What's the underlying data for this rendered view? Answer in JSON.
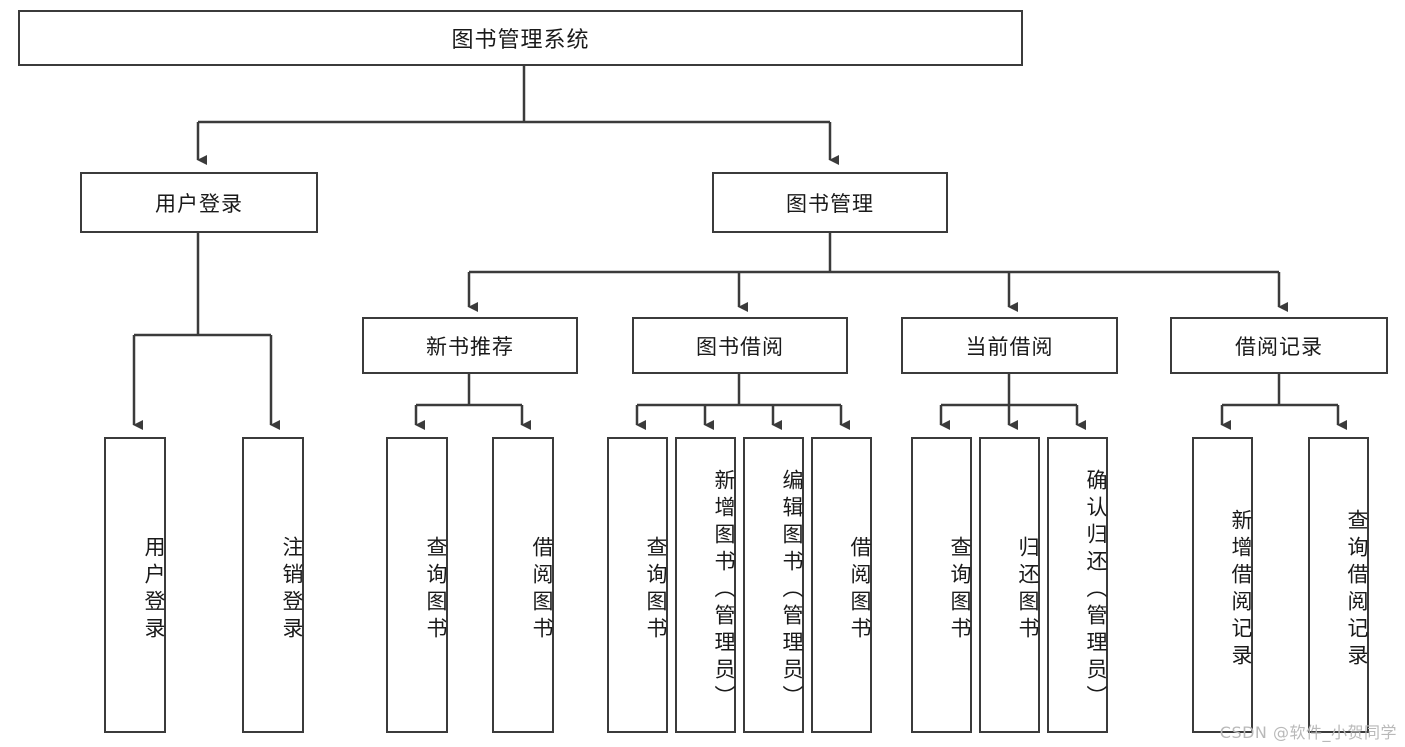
{
  "diagram": {
    "title": "图书管理系统",
    "type": "tree-hierarchy",
    "watermark": "CSDN @软件_小贺同学",
    "colors": {
      "box_border": "#3b3b3b",
      "box_fill": "#ffffff",
      "edge": "#3b3b3b",
      "text": "#1a1a1a",
      "watermark": "#b9b9b9",
      "background": "#ffffff"
    },
    "root": {
      "label": "图书管理系统"
    },
    "level1": [
      {
        "id": "user-login",
        "label": "用户登录"
      },
      {
        "id": "book-management",
        "label": "图书管理"
      }
    ],
    "level2": [
      {
        "id": "new-book-recommend",
        "label": "新书推荐",
        "parent": "book-management"
      },
      {
        "id": "book-borrow",
        "label": "图书借阅",
        "parent": "book-management"
      },
      {
        "id": "current-borrow",
        "label": "当前借阅",
        "parent": "book-management"
      },
      {
        "id": "borrow-record",
        "label": "借阅记录",
        "parent": "book-management"
      }
    ],
    "leaves": {
      "user-login": [
        {
          "id": "leaf-user-login",
          "label": "用户登录"
        },
        {
          "id": "leaf-logout-login",
          "label": "注销登录"
        }
      ],
      "new-book-recommend": [
        {
          "id": "leaf-query-book-1",
          "label": "查询图书"
        },
        {
          "id": "leaf-borrow-book-1",
          "label": "借阅图书"
        }
      ],
      "book-borrow": [
        {
          "id": "leaf-query-book-2",
          "label": "查询图书"
        },
        {
          "id": "leaf-add-book",
          "label": "新增图书（管理员）"
        },
        {
          "id": "leaf-edit-book",
          "label": "编辑图书（管理员）"
        },
        {
          "id": "leaf-borrow-book-2",
          "label": "借阅图书"
        }
      ],
      "current-borrow": [
        {
          "id": "leaf-query-book-3",
          "label": "查询图书"
        },
        {
          "id": "leaf-return-book",
          "label": "归还图书"
        },
        {
          "id": "leaf-confirm-return",
          "label": "确认归还（管理员）"
        }
      ],
      "borrow-record": [
        {
          "id": "leaf-add-record",
          "label": "新增借阅记录"
        },
        {
          "id": "leaf-query-record",
          "label": "查询借阅记录"
        }
      ]
    }
  }
}
